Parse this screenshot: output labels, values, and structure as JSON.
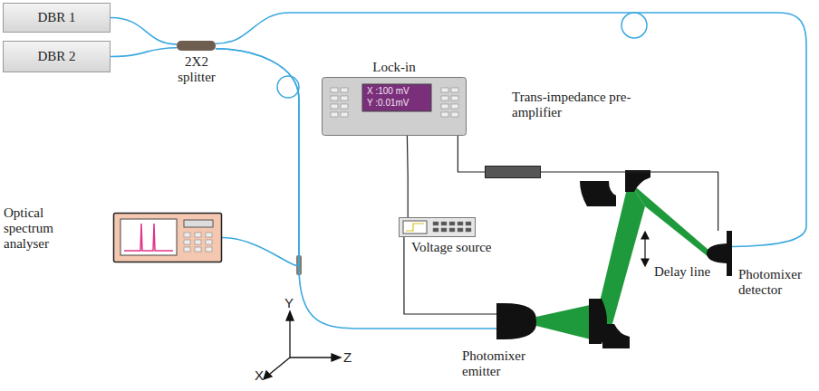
{
  "diagram": {
    "nodes": [
      {
        "text": [
          "DBR 1"
        ]
      },
      {
        "text": [
          "DBR 2"
        ]
      },
      {
        "text": [
          "2X2 splitter"
        ]
      },
      {
        "text": [
          "Lock-in",
          "X :100 mV",
          "Y :0.01mV"
        ]
      },
      {
        "text": [
          "Trans-impedance pre-amplifier"
        ]
      },
      {
        "text": [
          "Optical spectrum analyser"
        ]
      },
      {
        "text": [
          "Voltage source"
        ]
      },
      {
        "text": [
          "Photomixer emitter"
        ]
      },
      {
        "text": [
          "Photomixer detector"
        ]
      }
    ],
    "edges": [
      {
        "from": 0,
        "to": 2,
        "arrow": "none"
      },
      {
        "from": 1,
        "to": 2,
        "arrow": "none"
      },
      {
        "from": 2,
        "to": 8,
        "arrow": "none"
      },
      {
        "from": 2,
        "to": 5,
        "arrow": "none"
      },
      {
        "from": 2,
        "to": 7,
        "arrow": "none"
      },
      {
        "from": 3,
        "to": 6,
        "arrow": "none"
      },
      {
        "from": 6,
        "to": 7,
        "arrow": "none"
      },
      {
        "from": 3,
        "to": 4,
        "arrow": "none"
      },
      {
        "from": 4,
        "to": 8,
        "arrow": "none"
      }
    ],
    "labels": [
      "Delay line",
      "Y",
      "X",
      "Z"
    ]
  }
}
